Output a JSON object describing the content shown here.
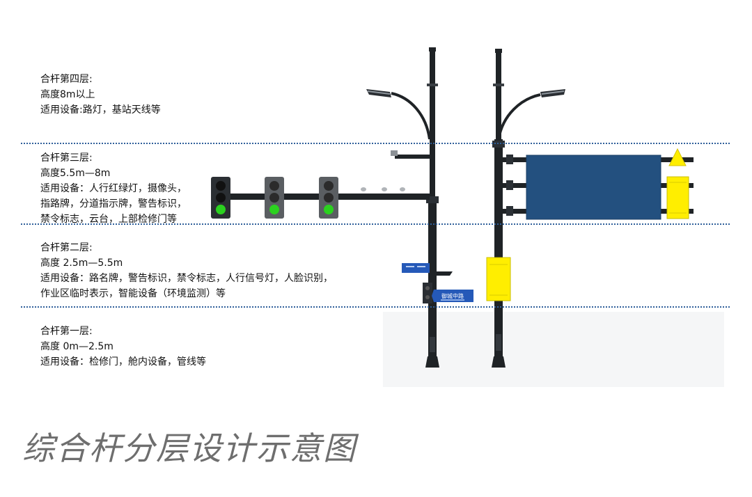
{
  "layers": [
    {
      "title": "合杆第四层:",
      "height": "高度8m以上",
      "equipment": [
        "适用设备:路灯，基站天线等"
      ]
    },
    {
      "title": "合杆第三层:",
      "height": "高度5.5m—8m",
      "equipment": [
        "适用设备：人行红绿灯，摄像头，",
        "指路牌，分道指示牌，警告标识，",
        "禁令标志，云台，上部检修门等"
      ]
    },
    {
      "title": "合杆第二层:",
      "height": "高度 2.5m—5.5m",
      "equipment": [
        "适用设备：路名牌，警告标识，禁令标志，人行信号灯，人脸识别，",
        "作业区临时表示，智能设备（环境监测）等"
      ]
    },
    {
      "title": "合杆第一层:",
      "height": "高度 0m—2.5m",
      "equipment": [
        "适用设备：检修门，舱内设备，管线等"
      ]
    }
  ],
  "street_sign": "御城中路",
  "caption": "综合杆分层设计示意图",
  "colors": {
    "divider": "#2f5f9a",
    "pole": "#1f2326",
    "panel_blue": "#23507f",
    "box_yellow": "#ffee00",
    "light_green": "#2bd11f",
    "light_off": "#2b2b2b",
    "sign_blue": "#2559b8"
  }
}
